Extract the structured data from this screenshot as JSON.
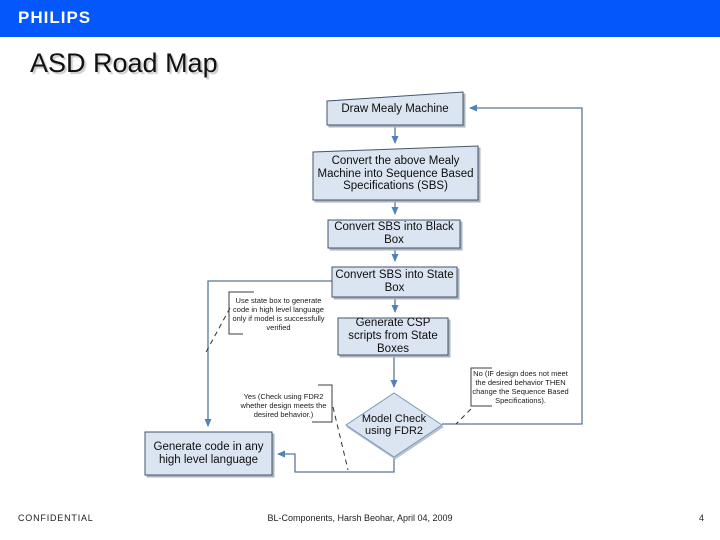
{
  "header": {
    "brand": "PHILIPS"
  },
  "slide": {
    "title": "ASD Road Map",
    "footer": {
      "left": "CONFIDENTIAL",
      "center": "BL-Components, Harsh Beohar, April 04, 2009",
      "page_number": "4"
    }
  },
  "flowchart": {
    "nodes": {
      "draw_mealy": "Draw Mealy Machine",
      "convert_to_sbs": "Convert the above Mealy Machine into Sequence Based Specifications (SBS)",
      "black_box": "Convert SBS into Black Box",
      "state_box": "Convert SBS into State Box",
      "csp_scripts": "Generate CSP scripts from State Boxes",
      "model_check": "Model Check using FDR2",
      "generate_code": "Generate code in any high level language"
    },
    "annotations": {
      "state_box_note": "Use state box to generate code in high level language only if model is successfully verified",
      "yes_label": "Yes (Check using FDR2 whether design meets the desired behavior.)",
      "no_label": "No (IF design does not meet the desired behavior THEN change the Sequence Based Specifications)."
    }
  },
  "colors": {
    "brand_blue": "#0457fb",
    "node_fill": "#dbe5f1",
    "node_border": "#44546a",
    "connector": "#5a7896",
    "arrowhead": "#4f81bd"
  }
}
